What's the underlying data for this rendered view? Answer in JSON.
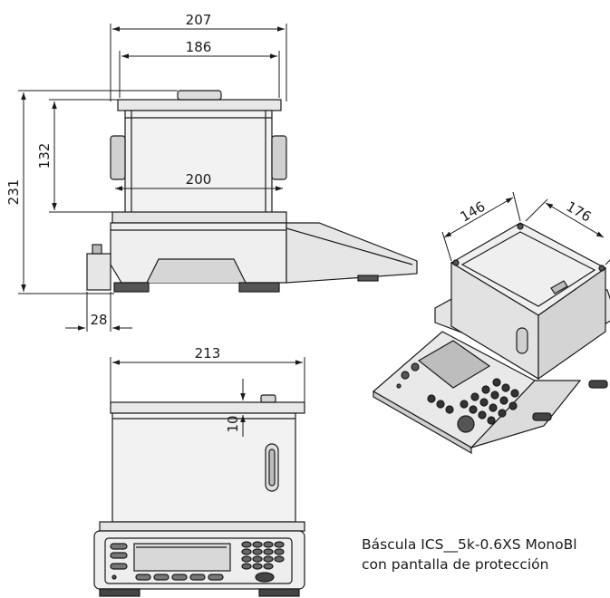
{
  "dimensions": {
    "width_overall": "207",
    "width_shield": "186",
    "width_inner": "200",
    "height_shield": "132",
    "height_overall": "231",
    "foot_offset": "28",
    "width_front": "213",
    "top_height": "10",
    "iso_depth": "146",
    "iso_width": "176"
  },
  "caption": {
    "line1": "Báscula ICS__5k-0.6XS MonoBl",
    "line2": "con pantalla de protección"
  }
}
